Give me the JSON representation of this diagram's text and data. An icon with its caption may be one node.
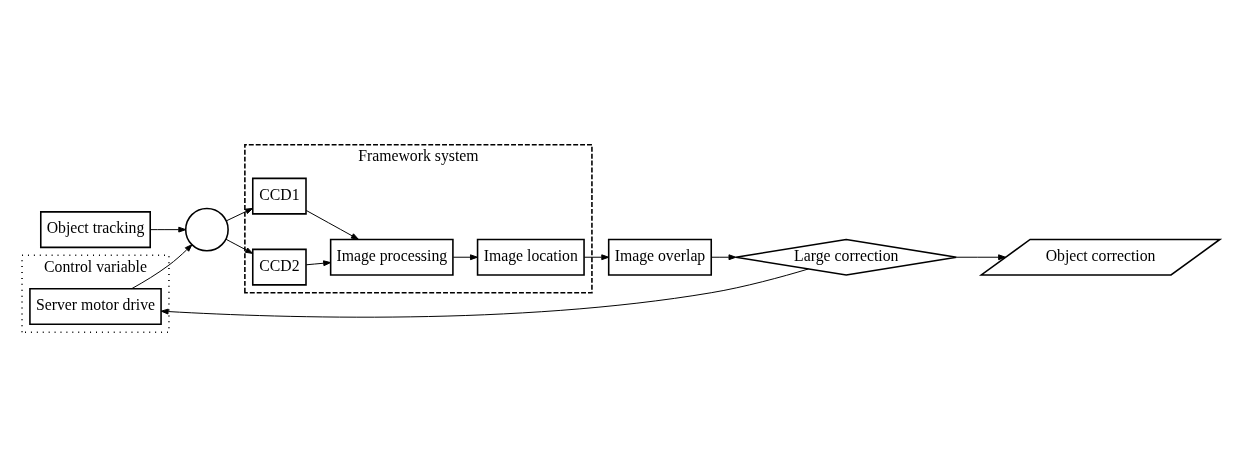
{
  "diagram": {
    "nodes": [
      {
        "text": [
          "Object tracking"
        ]
      },
      {
        "text": [],
        "shape": "circle"
      },
      {
        "text": [
          "Framework system"
        ]
      },
      {
        "text": [
          "CCD1"
        ],
        "in": 2
      },
      {
        "text": [
          "CCD2"
        ],
        "in": 2
      },
      {
        "text": [
          "Image processing"
        ],
        "in": 2
      },
      {
        "text": [
          "Image location"
        ],
        "in": 2
      },
      {
        "text": [
          "Image overlap"
        ]
      },
      {
        "text": [
          "Large correction"
        ]
      },
      {
        "text": [
          "Object correction"
        ]
      },
      {
        "text": [
          "Control variable"
        ]
      },
      {
        "text": [
          "Server motor drive"
        ],
        "in": 10
      }
    ],
    "edges": [
      {
        "from": 0,
        "to": 1,
        "arrow": "to"
      },
      {
        "from": 1,
        "to": 3,
        "arrow": "to"
      },
      {
        "from": 1,
        "to": 4,
        "arrow": "to"
      },
      {
        "from": 3,
        "to": 5,
        "arrow": "to"
      },
      {
        "from": 4,
        "to": 5,
        "arrow": "to"
      },
      {
        "from": 5,
        "to": 6,
        "arrow": "to"
      },
      {
        "from": 6,
        "to": 7,
        "arrow": "to"
      },
      {
        "from": 7,
        "to": 8,
        "arrow": "to"
      },
      {
        "from": 8,
        "to": 9,
        "arrow": "to"
      },
      {
        "from": 8,
        "to": 11,
        "arrow": "to"
      },
      {
        "from": 11,
        "to": 1,
        "arrow": "to"
      }
    ]
  }
}
